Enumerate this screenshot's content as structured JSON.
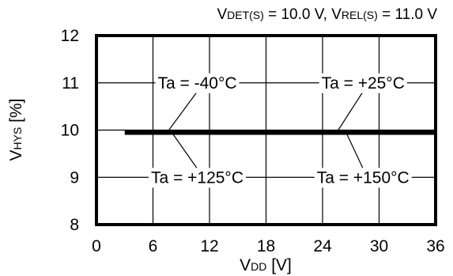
{
  "chart_data": {
    "type": "line",
    "condition": {
      "det": {
        "main": "V",
        "sub": "DET(S)",
        "rest": " = 10.0 V, "
      },
      "rel": {
        "main": "V",
        "sub": "REL(S)",
        "rest": " = 11.0 V"
      }
    },
    "xlabel": {
      "main": "V",
      "sub": "DD",
      "rest": " [V]"
    },
    "ylabel": {
      "main": "V",
      "sub": "HYS",
      "rest": " [%]"
    },
    "xlim": [
      0,
      36
    ],
    "ylim": [
      8,
      12
    ],
    "xticks": [
      0,
      6,
      12,
      18,
      24,
      30,
      36
    ],
    "yticks": [
      8,
      9,
      10,
      11,
      12
    ],
    "grid": true,
    "series": [
      {
        "x": [
          3,
          36
        ],
        "y": [
          9.95,
          9.95
        ]
      }
    ],
    "annotations": [
      {
        "text": "Ta = -40°C",
        "target_x": 7.5,
        "target_y": 9.95,
        "label_x": 10.7,
        "label_y": 11.0
      },
      {
        "text": "Ta = +25°C",
        "target_x": 25.5,
        "target_y": 9.95,
        "label_x": 28.3,
        "label_y": 11.0
      },
      {
        "text": "Ta = +125°C",
        "target_x": 8.0,
        "target_y": 9.95,
        "label_x": 10.7,
        "label_y": 9.0
      },
      {
        "text": "Ta = +150°C",
        "target_x": 26.5,
        "target_y": 9.95,
        "label_x": 28.3,
        "label_y": 9.0
      }
    ]
  }
}
